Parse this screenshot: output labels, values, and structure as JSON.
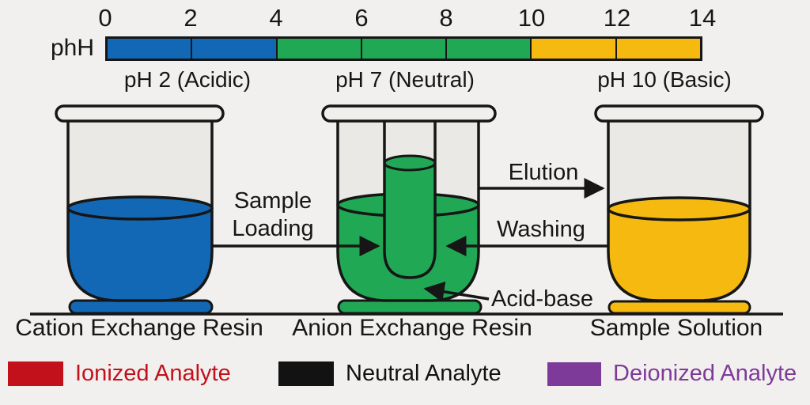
{
  "colors": {
    "acidic_blue": "#1368b5",
    "neutral_green": "#21a855",
    "basic_yellow": "#f6b90f",
    "ionized_red": "#c2111b",
    "neutral_black": "#121212",
    "deionized_purple": "#7e3a99"
  },
  "ph_scale": {
    "axis_label": "phH",
    "ticks": [
      "0",
      "2",
      "4",
      "6",
      "8",
      "10",
      "12",
      "14"
    ],
    "segment_colors": [
      "blue",
      "blue",
      "green",
      "green",
      "green",
      "yellow",
      "yellow"
    ],
    "zone_labels": [
      "pH 2 (Acidic)",
      "pH 7 (Neutral)",
      "pH 10 (Basic)"
    ]
  },
  "beakers": [
    {
      "label": "Cation Exchange Resin",
      "liquid_color": "#1368b5"
    },
    {
      "label": "Anion Exchange Resin",
      "liquid_color": "#21a855"
    },
    {
      "label": "Sample Solution",
      "liquid_color": "#f6b90f"
    }
  ],
  "process": {
    "sample_loading_line1": "Sample",
    "sample_loading_line2": "Loading",
    "elution": "Elution",
    "washing": "Washing",
    "acid_base": "Acid-base"
  },
  "legend": [
    {
      "label": "Ionized Analyte",
      "color": "#c2111b"
    },
    {
      "label": "Neutral Analyte",
      "color": "#121212"
    },
    {
      "label": "Deionized Analyte",
      "color": "#7e3a99"
    }
  ]
}
